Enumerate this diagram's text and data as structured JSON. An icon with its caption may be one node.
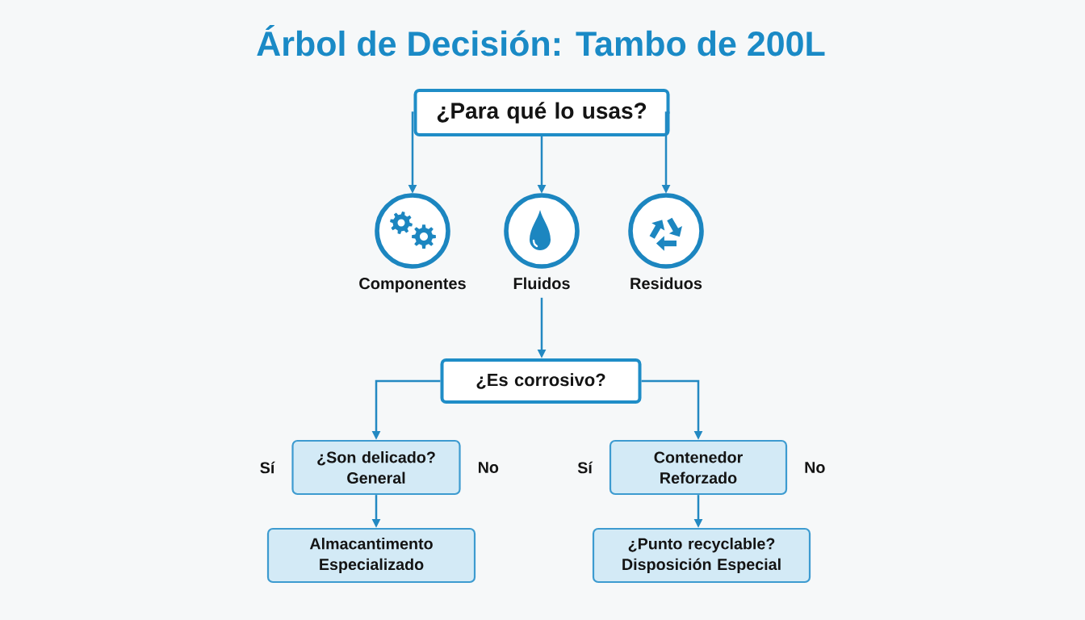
{
  "diagram": {
    "title": "Árbol de Decisión: Tambo de 200L",
    "nodes": [
      {
        "text": [
          "¿Para qué lo usas?"
        ]
      },
      {
        "text": [
          "Componentes"
        ]
      },
      {
        "text": [
          "Fluidos"
        ]
      },
      {
        "text": [
          "Residuos"
        ]
      },
      {
        "text": [
          "¿Es corrosivo?"
        ]
      },
      {
        "text": [
          "¿Son delicado? General"
        ],
        "beside": [
          "Sí",
          "No"
        ]
      },
      {
        "text": [
          "Contenedor Reforzado"
        ],
        "beside": [
          "Sí",
          "No"
        ]
      },
      {
        "text": [
          "Almacantimento Especializado"
        ]
      },
      {
        "text": [
          "¿Punto recyclable? Disposición Especial"
        ]
      }
    ],
    "edges": [
      {
        "from": 0,
        "to": 1,
        "arrow": "to"
      },
      {
        "from": 0,
        "to": 2,
        "arrow": "to"
      },
      {
        "from": 0,
        "to": 3,
        "arrow": "to"
      },
      {
        "from": 2,
        "to": 4,
        "arrow": "to"
      },
      {
        "from": 4,
        "to": 5,
        "arrow": "to"
      },
      {
        "from": 4,
        "to": 6,
        "arrow": "to"
      },
      {
        "from": 5,
        "to": 7,
        "arrow": "to"
      },
      {
        "from": 6,
        "to": 8,
        "arrow": "to"
      }
    ]
  }
}
